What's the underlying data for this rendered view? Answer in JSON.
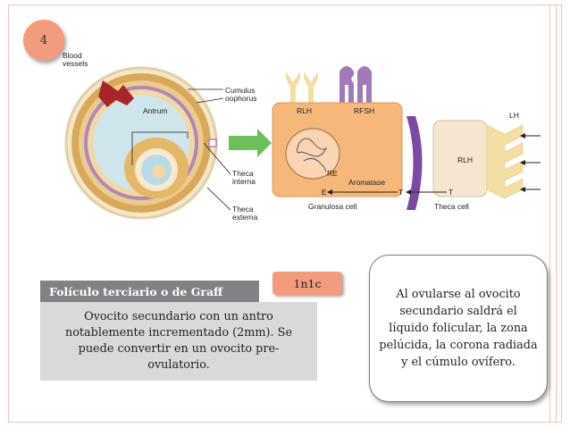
{
  "slide": {
    "number": "4",
    "title": "Folículo terciario o de Graff",
    "tag": "1n1c",
    "description": "Ovocito secundario con un antro notablemente incrementado (2mm). Se puede convertir en un ovocito pre-ovulatorio.",
    "note": "Al ovularse al ovocito secundario saldrá el líquido folicular, la zona pelúcida, la corona radiada y el cúmulo ovífero."
  },
  "diagram": {
    "labels": {
      "blood_vessels_1": "Blood",
      "blood_vessels_2": "vessels",
      "antrum": "Antrum",
      "cumulus_1": "Cumulus",
      "cumulus_2": "oophorus",
      "theca_interna_1": "Theca",
      "theca_interna_2": "interna",
      "theca_externa_1": "Theca",
      "theca_externa_2": "externa",
      "r_lh_granulosa": "RLH",
      "r_fsh": "RFSH",
      "r_e": "RE",
      "aromatase": "Aromatase",
      "e": "E",
      "t_granulosa": "T",
      "t_theca": "T",
      "granulosa_cell": "Granulosa cell",
      "theca_cell": "Theca cell",
      "lh": "LH",
      "r_lh_theca": "RLH"
    },
    "colors": {
      "granulosa": "#f6b77a",
      "theca_cell": "#f6e5cf",
      "fsh": "#a07ab8",
      "lh": "#f3dfa4",
      "vessel": "#a8262b",
      "arrow": "#6dbf5a",
      "membrane": "#7b4aa0"
    }
  }
}
